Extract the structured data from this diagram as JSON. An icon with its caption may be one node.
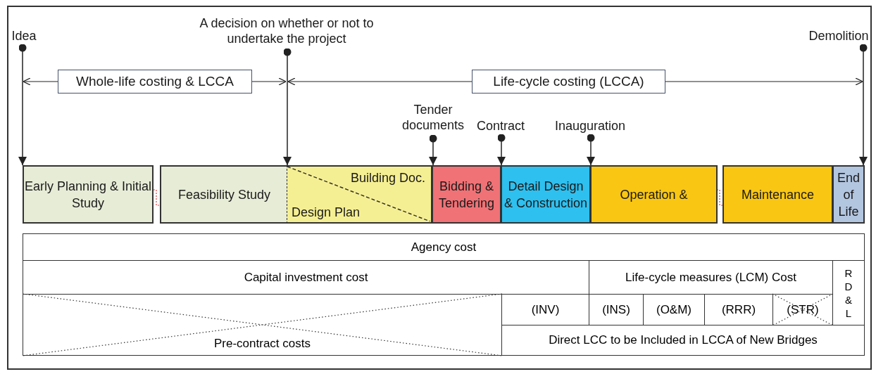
{
  "diagram": {
    "nodes": [
      {
        "text": [
          "Idea"
        ]
      },
      {
        "text": [
          "A decision on whether or not to undertake the project"
        ]
      },
      {
        "text": [
          "Demolition"
        ]
      },
      {
        "text": [
          "Whole-life costing & LCCA"
        ]
      },
      {
        "text": [
          "Life-cycle costing (LCCA)"
        ]
      },
      {
        "text": [
          "Tender documents"
        ]
      },
      {
        "text": [
          "Contract"
        ]
      },
      {
        "text": [
          "Inauguration"
        ]
      },
      {
        "text": [
          "Early Planning & Initial Study"
        ]
      },
      {
        "text": [
          "Feasibility Study"
        ]
      },
      {
        "text": [
          "Building Doc.",
          "Design Plan"
        ]
      },
      {
        "text": [
          "Bidding & Tendering"
        ]
      },
      {
        "text": [
          "Detail Design & Construction"
        ]
      },
      {
        "text": [
          "Operation &"
        ]
      },
      {
        "text": [
          "Maintenance"
        ]
      },
      {
        "text": [
          "End of Life"
        ]
      }
    ],
    "edges": [
      {
        "from": 0,
        "to": 8,
        "arrow": "to"
      },
      {
        "from": 1,
        "to": 10,
        "arrow": "to"
      },
      {
        "from": 5,
        "to": 11,
        "arrow": "to"
      },
      {
        "from": 6,
        "to": 12,
        "arrow": "to"
      },
      {
        "from": 7,
        "to": 13,
        "arrow": "to"
      },
      {
        "from": 2,
        "to": 15,
        "arrow": "to"
      },
      {
        "from": 3,
        "to": null,
        "arrow": "to"
      },
      {
        "from": 3,
        "to": null,
        "arrow": "to"
      },
      {
        "from": 4,
        "to": null,
        "arrow": "to"
      },
      {
        "from": 4,
        "to": null,
        "arrow": "to"
      }
    ],
    "labels": [
      "Agency cost",
      "Capital investment cost",
      "Life-cycle measures (LCM) Cost",
      "R D & L",
      "(INV)",
      "(INS)",
      "(O&M)",
      "(RRR)",
      "(STR)",
      "Pre-contract costs",
      "Direct LCC to be Included in LCCA of New Bridges"
    ]
  }
}
